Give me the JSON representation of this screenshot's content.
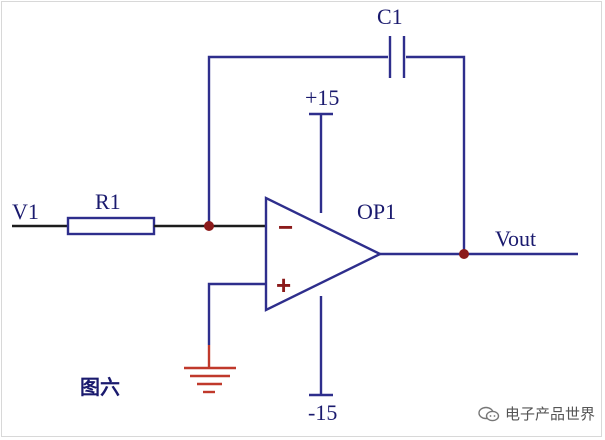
{
  "labels": {
    "c1": "C1",
    "r1": "R1",
    "v1": "V1",
    "op1": "OP1",
    "vout": "Vout",
    "vplus": "+15",
    "vminus": "-15",
    "inverting_sign": "−",
    "noninverting_sign": "+"
  },
  "figure_label": "图六",
  "watermark": {
    "text": "电子产品世界",
    "icon": "chat-bubbles-icon"
  },
  "colors": {
    "wire": "#2e2e8c",
    "input_wire": "#1c1c1c",
    "junction": "#8b1a1a",
    "label": "#1a1a6e",
    "ground": "#c0392b"
  }
}
